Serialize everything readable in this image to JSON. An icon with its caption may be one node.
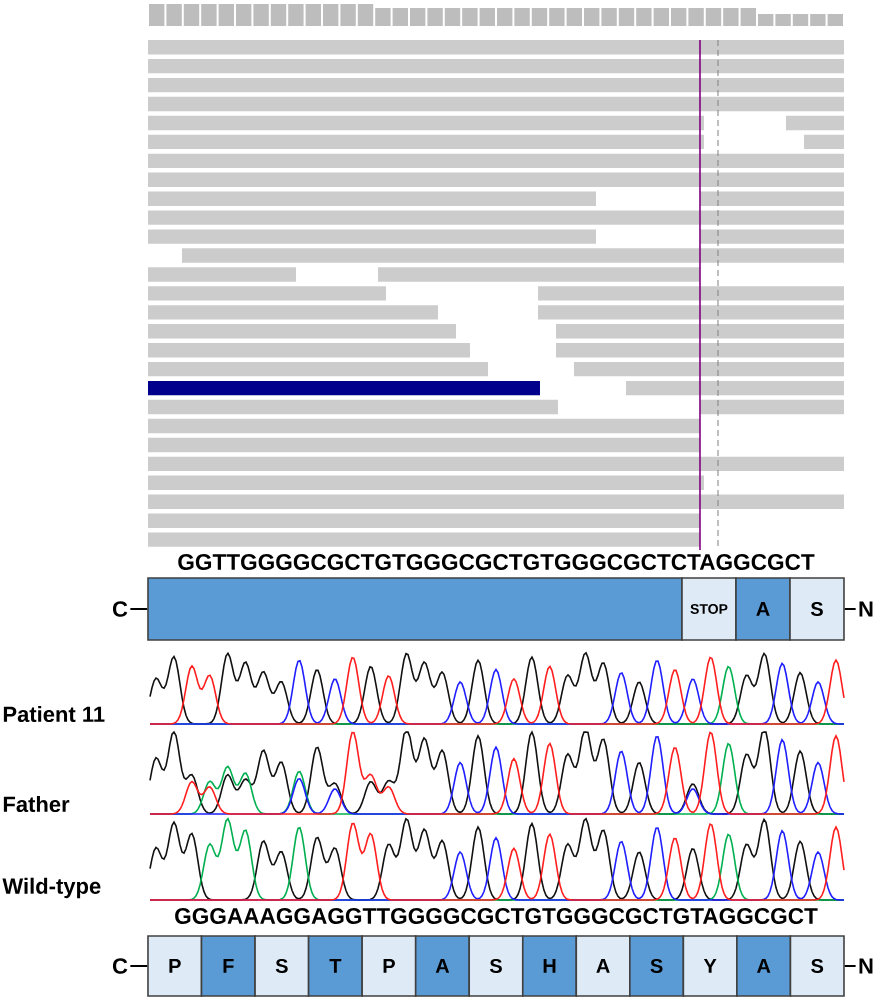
{
  "diagram": {
    "nodes": [
      {
        "text": [
          "C"
        ]
      },
      {
        "text": [],
        "shape": "box"
      },
      {
        "text": [
          "STOP"
        ]
      },
      {
        "text": [
          "A"
        ]
      },
      {
        "text": [
          "S"
        ]
      },
      {
        "text": [
          "N"
        ]
      },
      {
        "text": [
          "C"
        ]
      },
      {
        "text": [
          "P"
        ]
      },
      {
        "text": [
          "F"
        ]
      },
      {
        "text": [
          "S"
        ]
      },
      {
        "text": [
          "T"
        ]
      },
      {
        "text": [
          "P"
        ]
      },
      {
        "text": [
          "A"
        ]
      },
      {
        "text": [
          "S"
        ]
      },
      {
        "text": [
          "H"
        ]
      },
      {
        "text": [
          "A"
        ]
      },
      {
        "text": [
          "S"
        ]
      },
      {
        "text": [
          "Y"
        ]
      },
      {
        "text": [
          "A"
        ]
      },
      {
        "text": [
          "S"
        ]
      },
      {
        "text": [
          "N"
        ]
      }
    ],
    "edges": [
      {
        "from": 0,
        "to": 1,
        "arrow": "none"
      },
      {
        "from": 4,
        "to": 5,
        "arrow": "none"
      },
      {
        "from": 6,
        "to": 7,
        "arrow": "none"
      },
      {
        "from": 19,
        "to": 20,
        "arrow": "none"
      }
    ],
    "labels": [
      "GGTTGGGGCGCTGTGGGCGCTGTGGGCGCTCTAGGCGCT",
      "Patient 11",
      "Father",
      "Wild-type",
      "GGGAAAGGAGGTTGGGGCGCTGTGGGCGCTGTAGGCGCT"
    ]
  }
}
